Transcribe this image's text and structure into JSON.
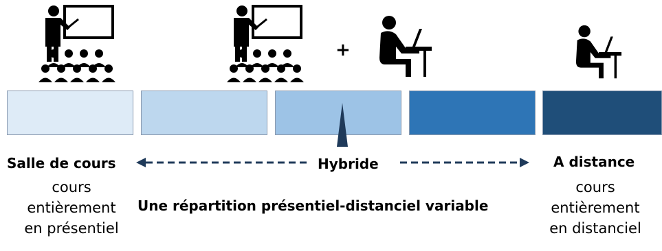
{
  "icons": {
    "presentiel": "teacher-with-class-icon",
    "hybride": "teacher-with-class-icon",
    "plus": "+",
    "hybride_remote": "person-at-laptop-icon",
    "distance": "person-at-laptop-icon"
  },
  "scale": {
    "segments": [
      {
        "color": "#deebf7"
      },
      {
        "color": "#bdd7ee"
      },
      {
        "color": "#9dc3e6"
      },
      {
        "color": "#2e75b6"
      },
      {
        "color": "#1f4e79"
      }
    ],
    "pointer_color": "#1f3a5a"
  },
  "arrow_color": "#1f3a5a",
  "left": {
    "title": "Salle de cours",
    "desc_lines": [
      "cours",
      "entièrement",
      "en présentiel"
    ]
  },
  "center": {
    "title": "Hybride",
    "subtitle": "Une répartition présentiel-distanciel variable"
  },
  "right": {
    "title": "A distance",
    "desc_lines": [
      "cours",
      "entièrement",
      "en distanciel"
    ]
  }
}
